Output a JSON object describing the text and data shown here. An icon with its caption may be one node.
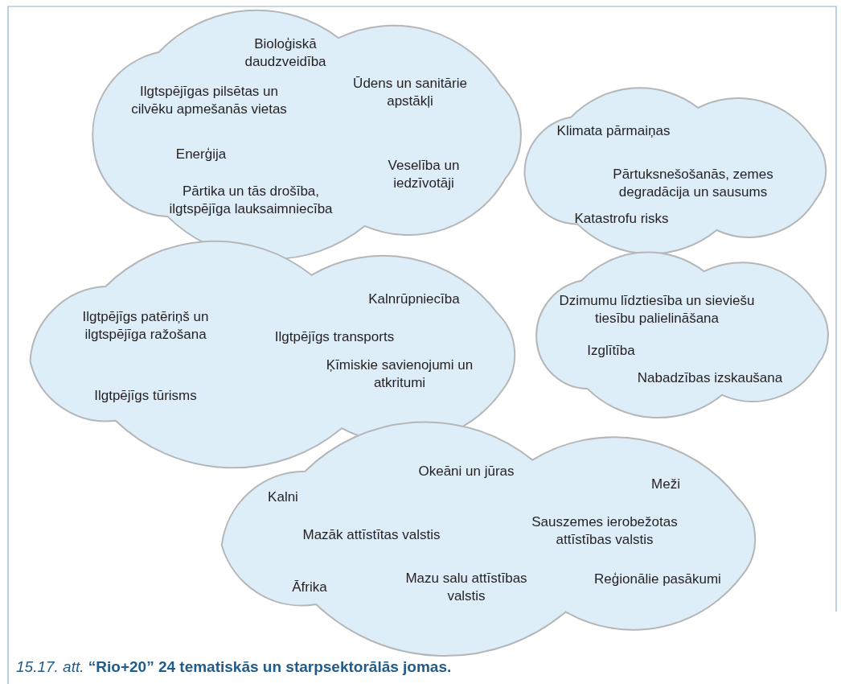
{
  "diagram": {
    "caption": "*15.17. att.* **“Rio+20” 24 tematiskās un starpsektorālās jomas.**",
    "nodes": [
      {
        "text": [
          "Bioloģiskā daudzveidība",
          "Ilgtspējīgas pilsētas un cilvēku apmešanās vietas",
          "Ūdens un sanitārie apstākļi",
          "Enerģija",
          "Veselība un iedzīvotāji",
          "Pārtika un tās drošība, ilgtspējīga lauksaimniecība"
        ]
      },
      {
        "text": [
          "Klimata pārmaiņas",
          "Pārtuksnešošanās, zemes degradācija un sausums",
          "Katastrofu risks"
        ]
      },
      {
        "text": [
          "Ilgtpējīgs patēriņš un ilgtspējīga ražošana",
          "Kalnrūpniecība",
          "Ilgtpējīgs transports",
          "Ķīmiskie savienojumi un atkritumi",
          "Ilgtpējīgs tūrisms"
        ]
      },
      {
        "text": [
          "Dzimumu līdztiesība un sieviešu tiesību palielināšana",
          "Izglītība",
          "Nabadzības izskaušana"
        ]
      },
      {
        "text": [
          "Okeāni un jūras",
          "Kalni",
          "Meži",
          "Mazāk attīstītas valstis",
          "Sauszemes ierobežotas attīstības valstis",
          "Āfrika",
          "Mazu salu attīstības valstis",
          "Reģionālie pasākumi"
        ]
      }
    ]
  }
}
